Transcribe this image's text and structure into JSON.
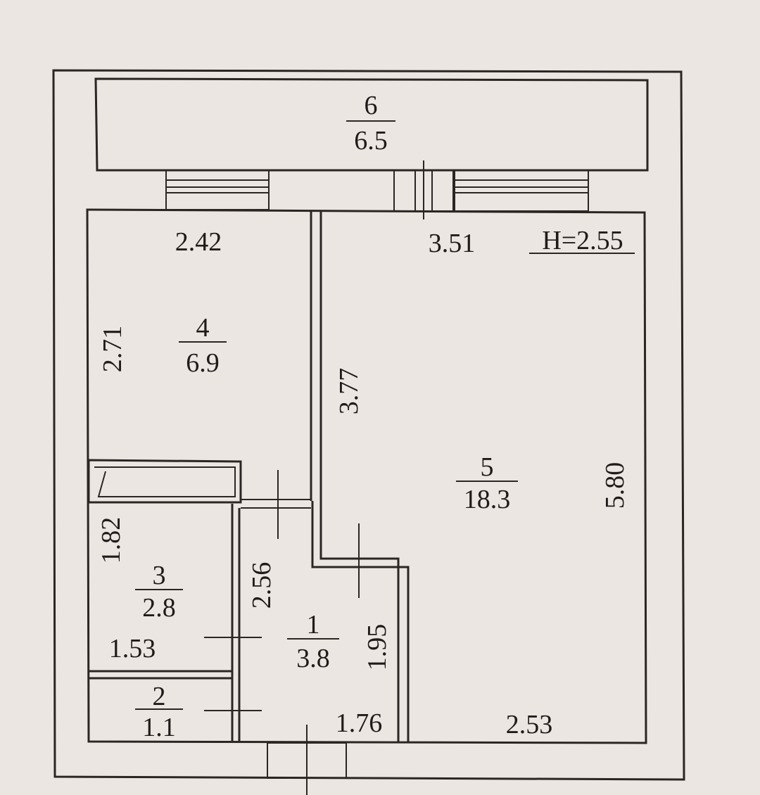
{
  "colors": {
    "paper": "#ece6e2",
    "ink": "#1f1b1a",
    "line": "#2b2624"
  },
  "rooms": [
    {
      "id": "6",
      "number": "6",
      "area": "6.5"
    },
    {
      "id": "4",
      "number": "4",
      "area": "6.9"
    },
    {
      "id": "5",
      "number": "5",
      "area": "18.3"
    },
    {
      "id": "3",
      "number": "3",
      "area": "2.8"
    },
    {
      "id": "1",
      "number": "1",
      "area": "3.8"
    },
    {
      "id": "2",
      "number": "2",
      "area": "1.1"
    }
  ],
  "dimensions": {
    "room4_width": "2.42",
    "room4_length": "2.71",
    "room5_top_width": "3.51",
    "room5_inner_wall": "3.77",
    "room5_length": "5.80",
    "room5_bottom_width": "2.53",
    "room3_length": "1.82",
    "room3_width": "1.53",
    "hall_length": "2.56",
    "hall_lower": "1.95",
    "hall_width": "1.76"
  },
  "ceiling_height": "H=2.55"
}
